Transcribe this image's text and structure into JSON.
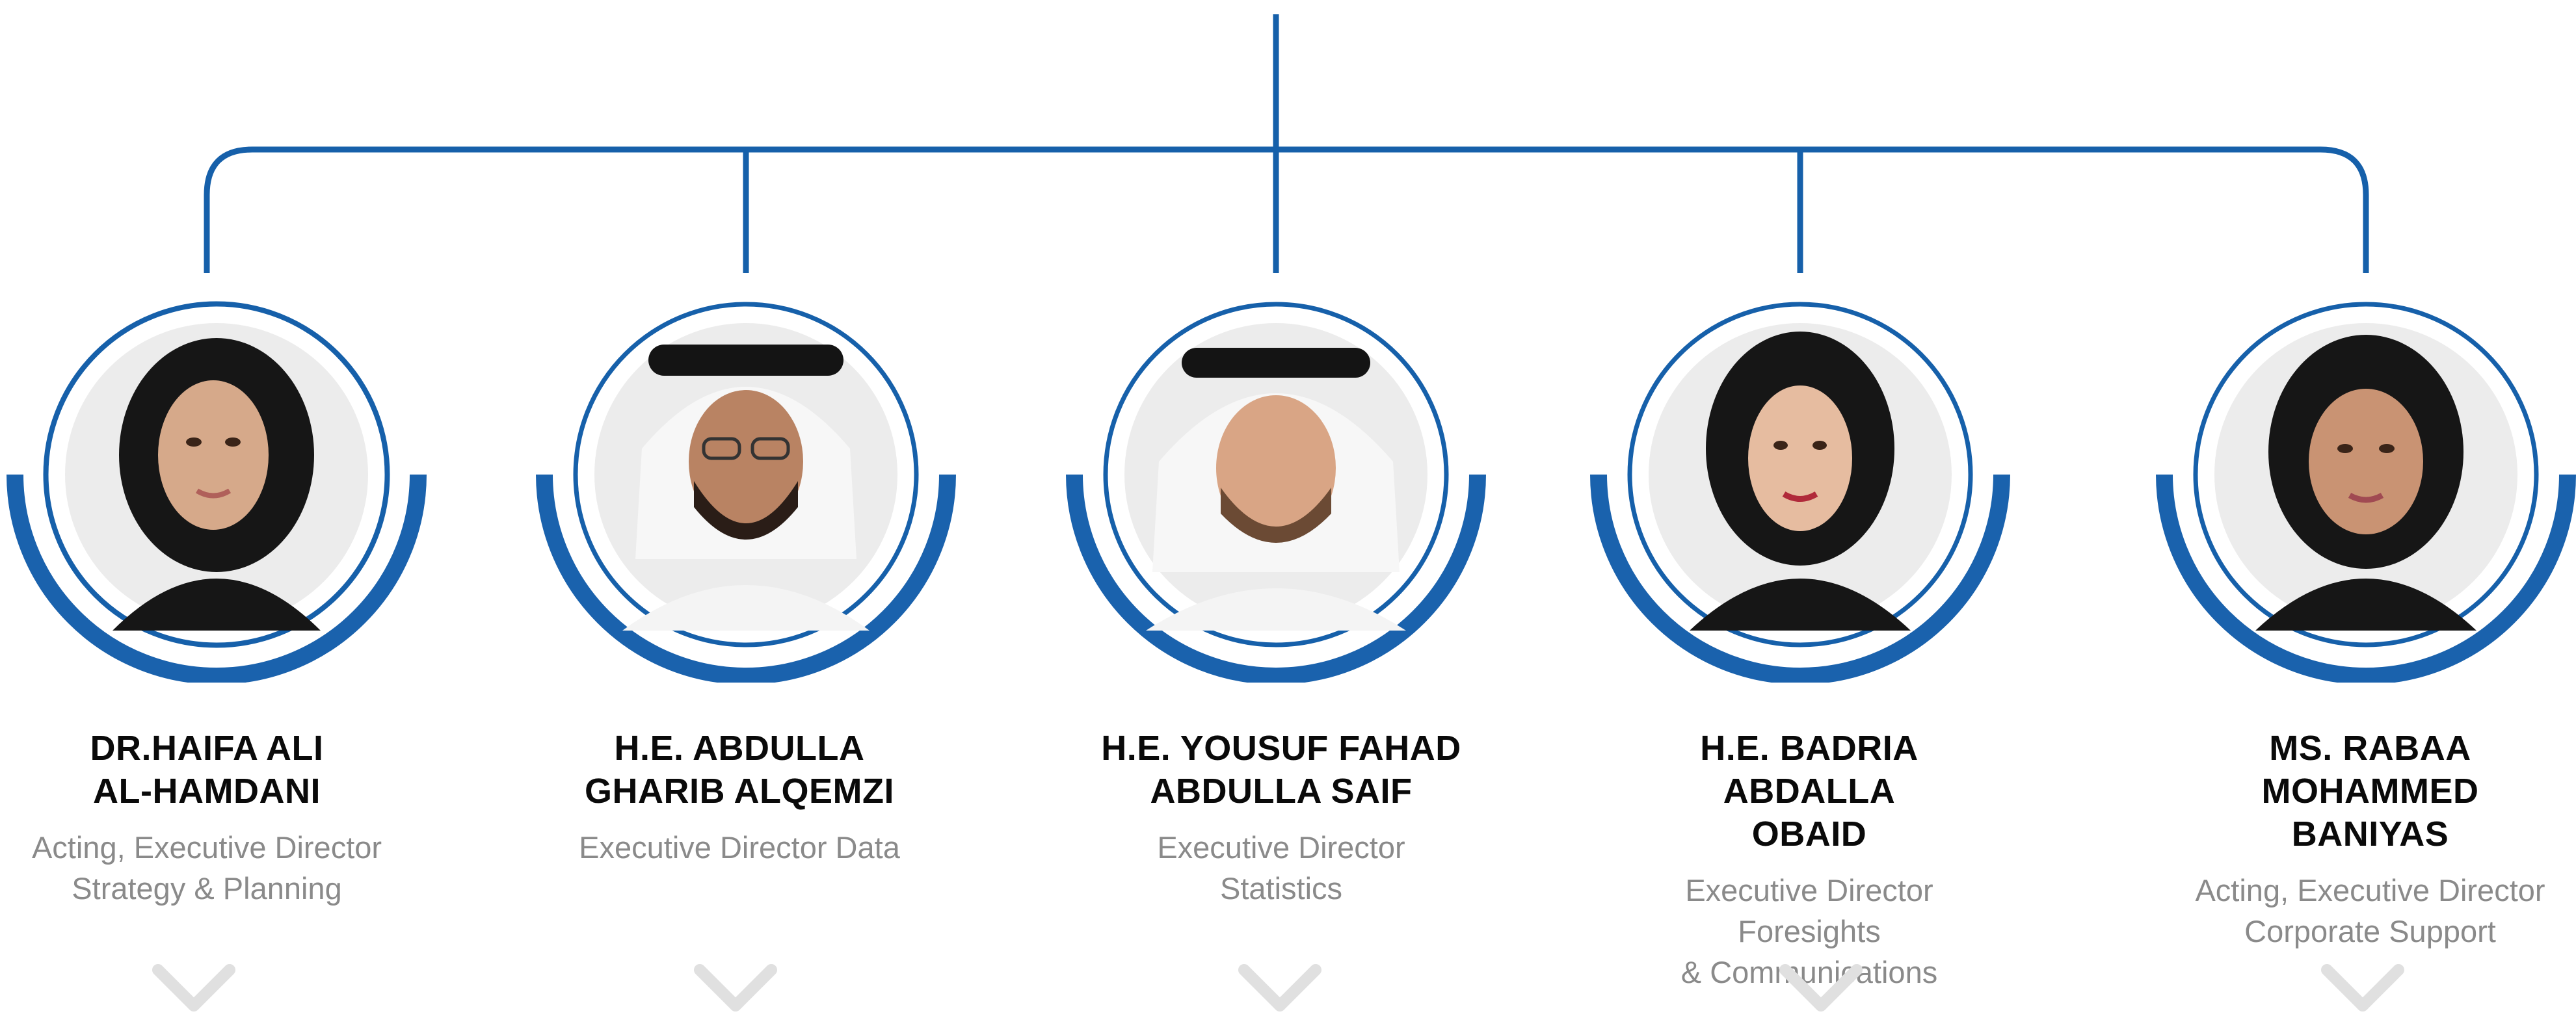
{
  "colors": {
    "line": "#1660aa",
    "ring_thick": "#1a62ad",
    "ring_bg": "#ececec",
    "name_text": "#0a0a0a",
    "title_text": "#8a8a8a",
    "chevron": "#e0e0e0"
  },
  "leaders": [
    {
      "name_line1": "DR.HAIFA ALI",
      "name_line2": "AL-HAMDANI",
      "title_line1": "Acting, Executive Director",
      "title_line2": "Strategy & Planning",
      "photo": "female-hijab-portrait"
    },
    {
      "name_line1": "H.E. ABDULLA",
      "name_line2": "GHARIB ALQEMZI",
      "title_line1": "Executive Director Data",
      "title_line2": "",
      "photo": "male-ghutra-agal-portrait-glasses"
    },
    {
      "name_line1": "H.E. YOUSUF FAHAD",
      "name_line2": "ABDULLA SAIF",
      "title_line1": "Executive Director Statistics",
      "title_line2": "",
      "photo": "male-ghutra-agal-portrait"
    },
    {
      "name_line1": "H.E. BADRIA ABDALLA",
      "name_line2": "OBAID",
      "title_line1": "Executive Director Foresights",
      "title_line2": "& Communications",
      "photo": "female-hijab-portrait"
    },
    {
      "name_line1": "MS. RABAA MOHAMMED",
      "name_line2": "BANIYAS",
      "title_line1": "Acting, Executive Director",
      "title_line2": "Corporate Support",
      "photo": "female-hijab-portrait"
    }
  ]
}
